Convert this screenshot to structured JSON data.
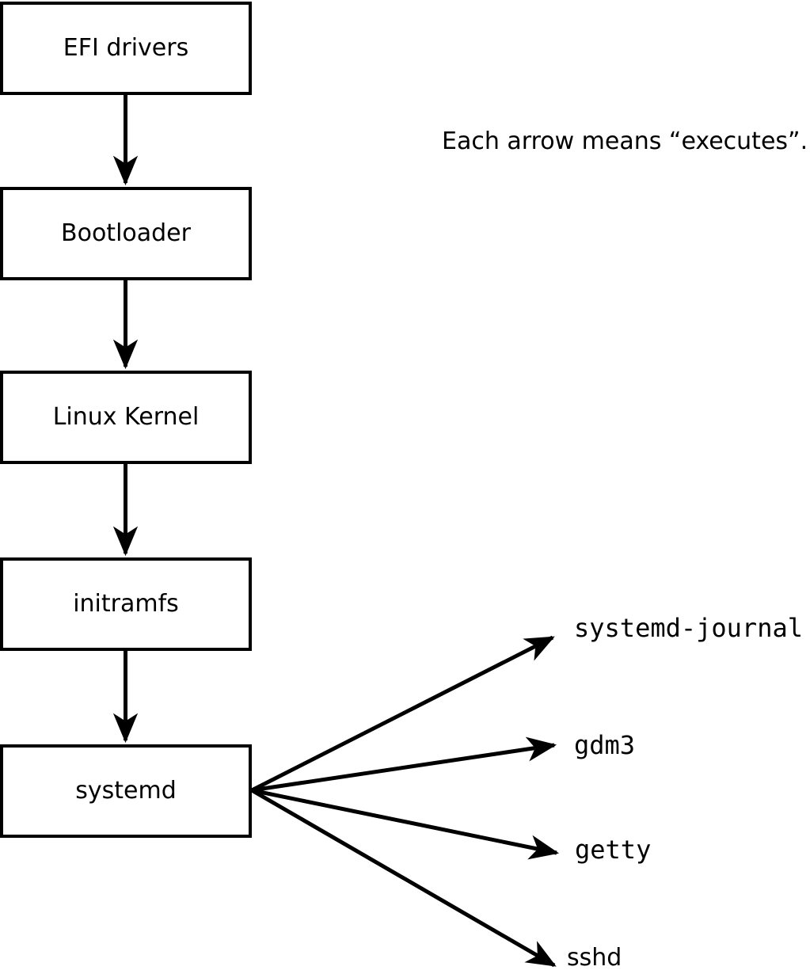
{
  "diagram": {
    "note": "Each arrow means “executes”.",
    "chain": [
      {
        "id": "efi-drivers",
        "label": "EFI drivers"
      },
      {
        "id": "bootloader",
        "label": "Bootloader"
      },
      {
        "id": "linux-kernel",
        "label": "Linux Kernel"
      },
      {
        "id": "initramfs",
        "label": "initramfs"
      },
      {
        "id": "systemd",
        "label": "systemd"
      }
    ],
    "services": [
      {
        "id": "systemd-journal",
        "label": "systemd-journal"
      },
      {
        "id": "gdm3",
        "label": "gdm3"
      },
      {
        "id": "getty",
        "label": "getty"
      },
      {
        "id": "sshd",
        "label": "sshd"
      }
    ],
    "colors": {
      "stroke": "#000000",
      "background": "#ffffff",
      "box_fill": "#ffffff",
      "text": "#000000"
    }
  }
}
